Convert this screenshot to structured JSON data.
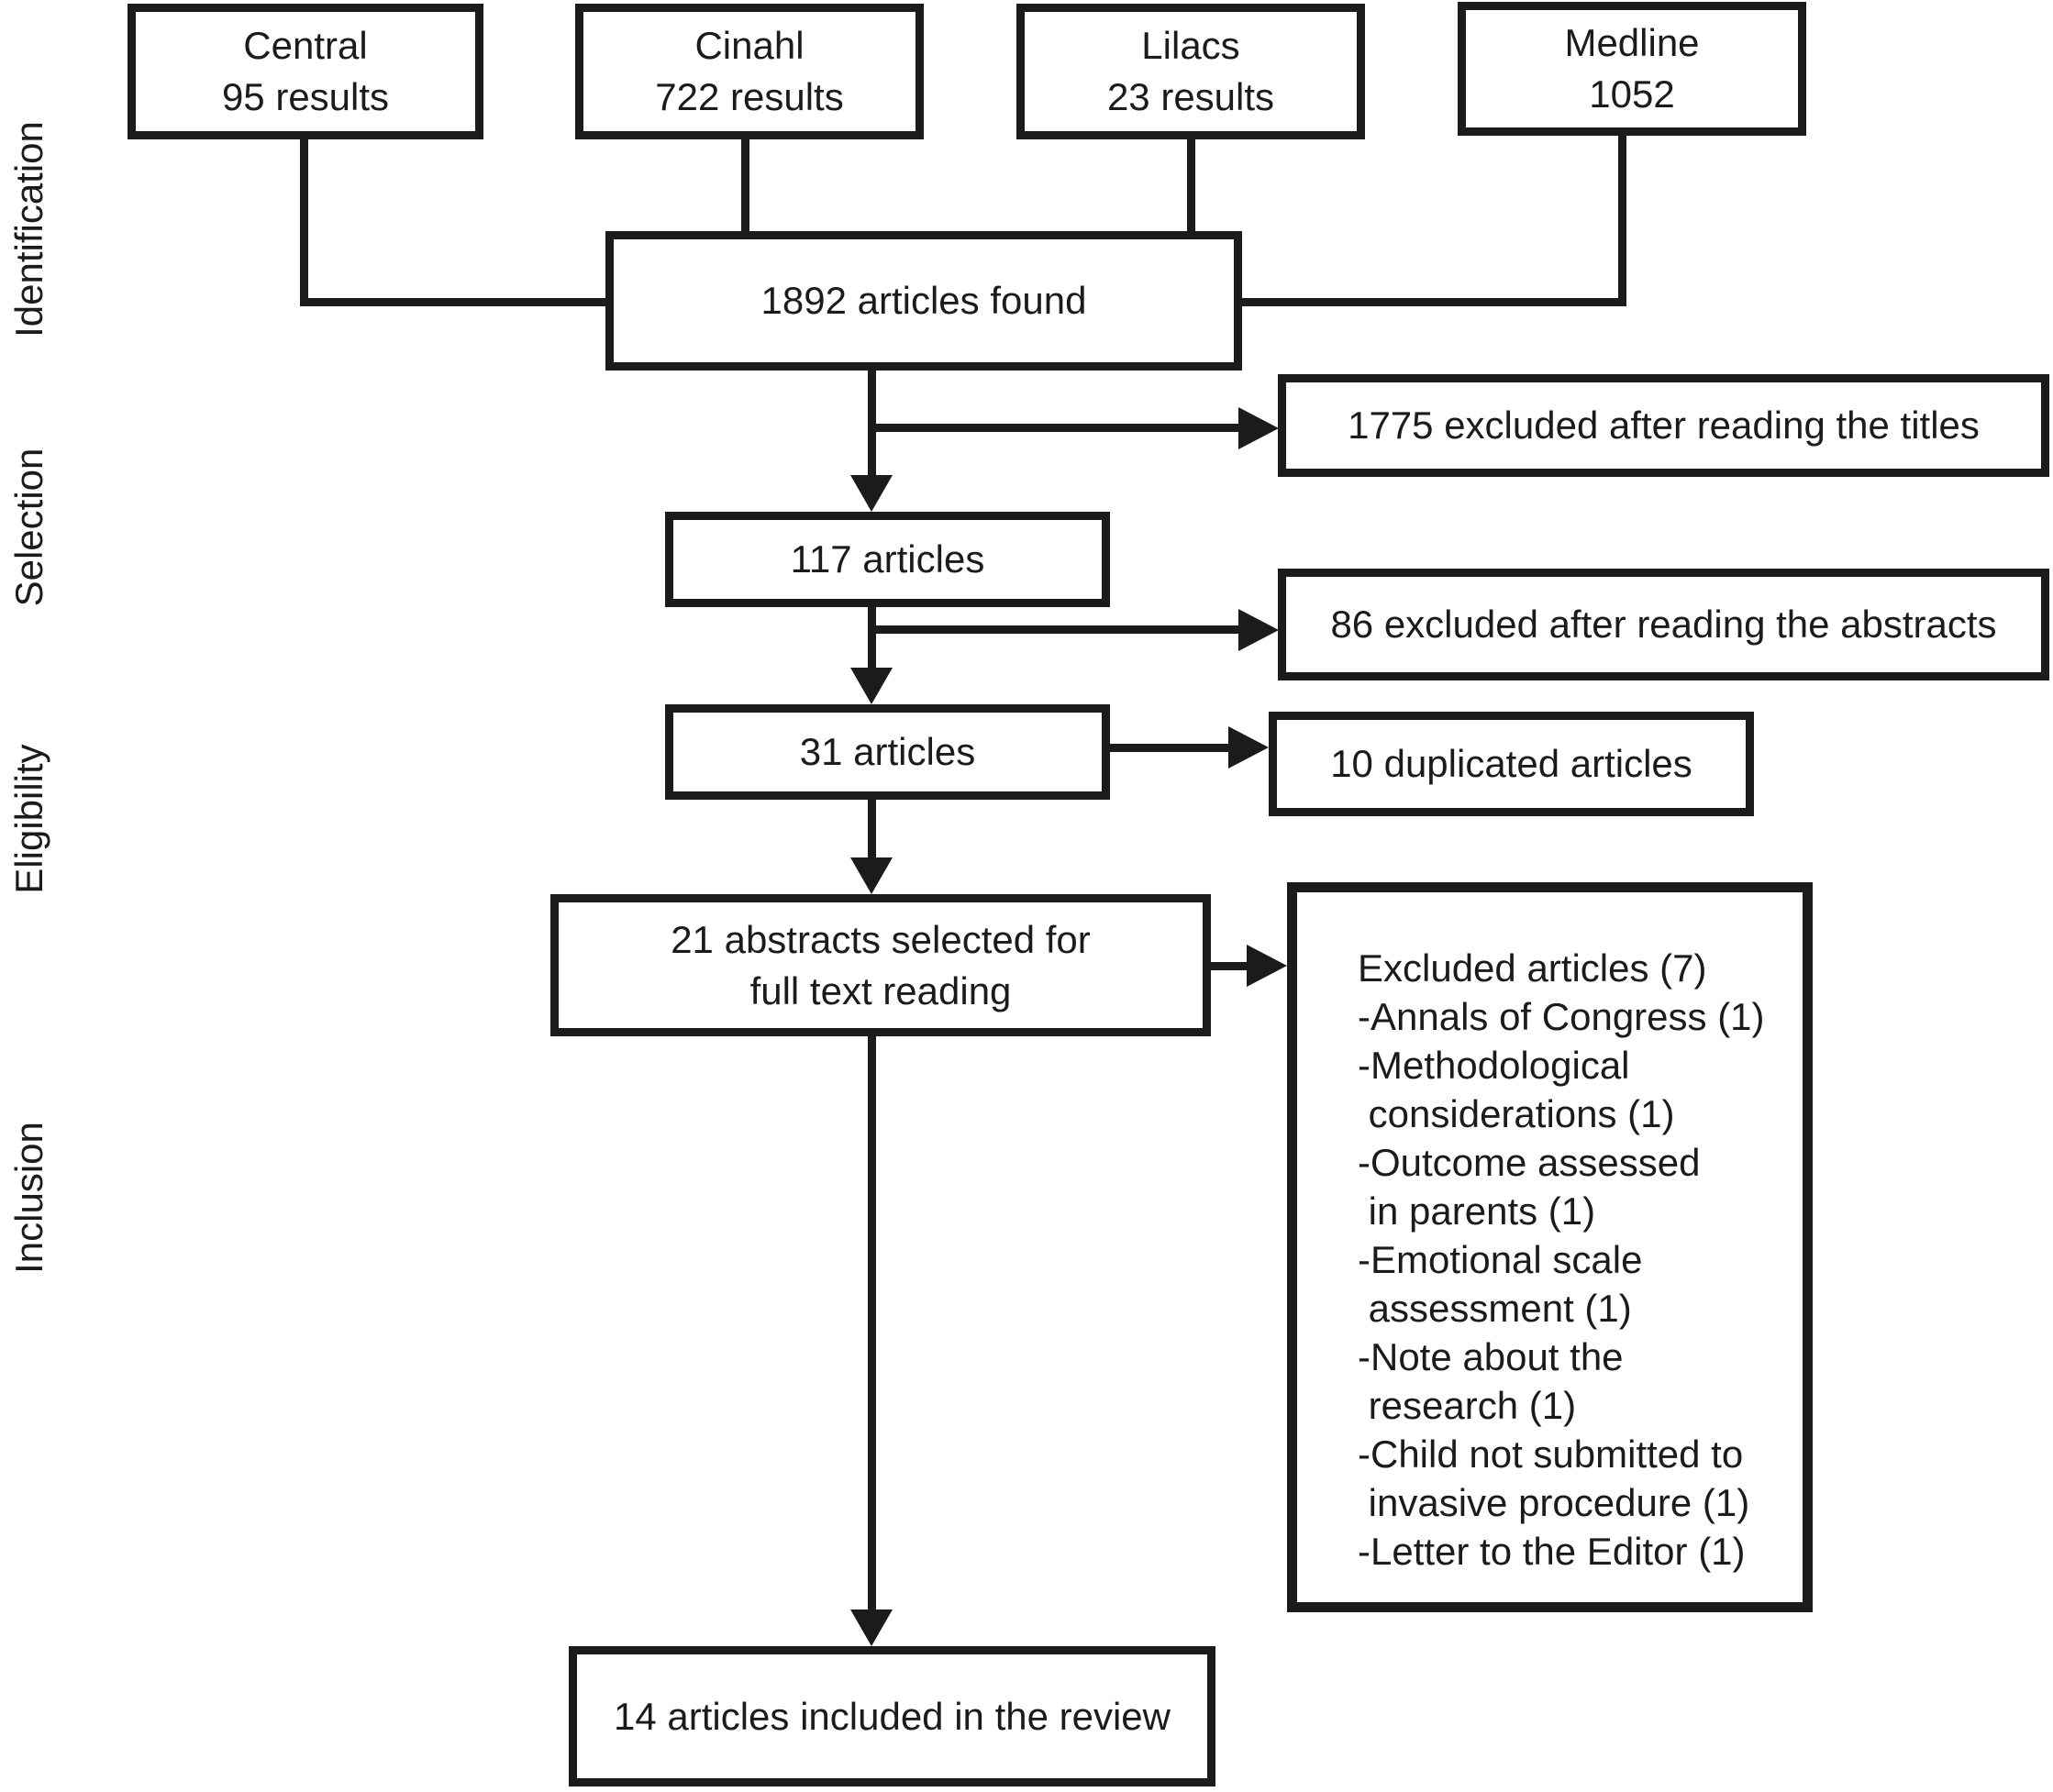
{
  "figure": {
    "type": "prisma-flowchart",
    "colors": {
      "ink": "#1b1b1b",
      "background": "#ffffff"
    },
    "stages": [
      "Identification",
      "Selection",
      "Eligibility",
      "Inclusion"
    ],
    "sources": [
      {
        "name": "Central",
        "count": "95 results"
      },
      {
        "name": "Cinahl",
        "count": "722 results"
      },
      {
        "name": "Lilacs",
        "count": "23 results"
      },
      {
        "name": "Medline",
        "count": "1052"
      }
    ],
    "nodes": {
      "articles_found": "1892 articles found",
      "after_title_screening": "117 articles",
      "after_abstract_screening": "31 articles",
      "fulltext_selected": [
        "21 abstracts selected for",
        "full text reading"
      ],
      "included": "14 articles included in the review"
    },
    "side_nodes": {
      "excluded_titles": "1775 excluded after reading the titles",
      "excluded_abstracts": "86 excluded after reading the abstracts",
      "duplicates": "10 duplicated articles",
      "excluded_fulltext_lines": [
        "Excluded articles (7)",
        "-Annals of Congress (1)",
        "-Methodological",
        " considerations (1)",
        "-Outcome assessed",
        " in parents (1)",
        "-Emotional scale",
        " assessment (1)",
        "-Note about the",
        " research (1)",
        "-Child not submitted to",
        " invasive procedure (1)",
        "-Letter to the Editor (1)"
      ]
    }
  }
}
